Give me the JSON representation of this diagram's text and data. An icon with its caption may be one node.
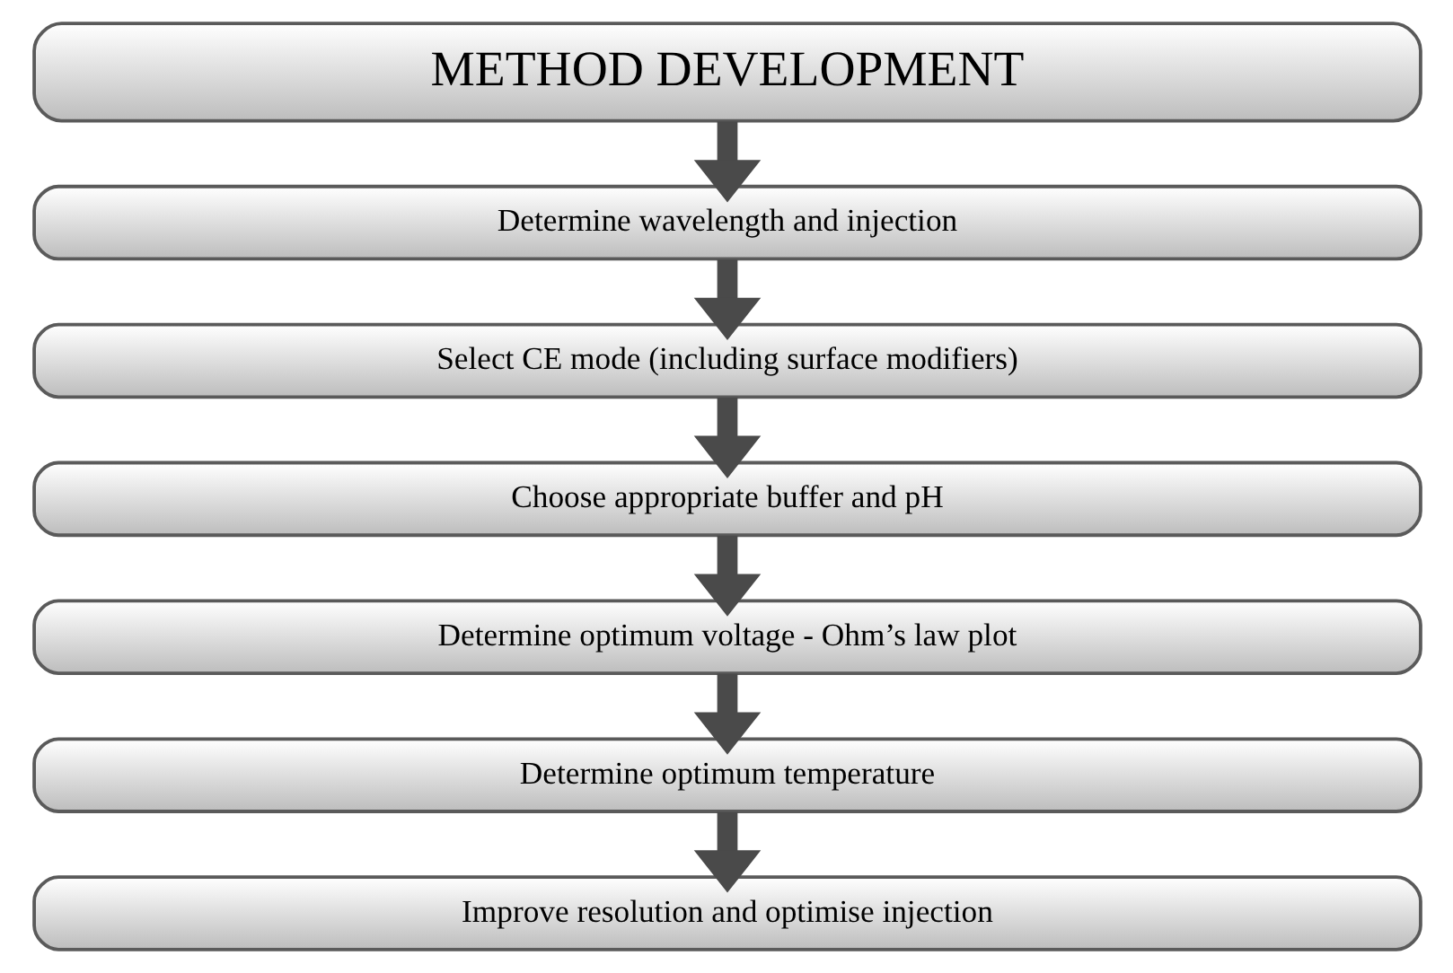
{
  "diagram": {
    "nodes": [
      {
        "text": [
          "METHOD DEVELOPMENT"
        ]
      },
      {
        "text": [
          "Determine wavelength and injection"
        ]
      },
      {
        "text": [
          "Select CE mode (including surface modifiers)"
        ]
      },
      {
        "text": [
          "Choose appropriate buffer and pH"
        ]
      },
      {
        "text": [
          "Determine optimum voltage - Ohm’s law plot"
        ]
      },
      {
        "text": [
          "Determine optimum temperature"
        ]
      },
      {
        "text": [
          "Improve resolution and optimise injection"
        ]
      }
    ],
    "edges": [
      {
        "from": 0,
        "to": 1,
        "arrow": "to"
      },
      {
        "from": 1,
        "to": 2,
        "arrow": "to"
      },
      {
        "from": 2,
        "to": 3,
        "arrow": "to"
      },
      {
        "from": 3,
        "to": 4,
        "arrow": "to"
      },
      {
        "from": 4,
        "to": 5,
        "arrow": "to"
      },
      {
        "from": 5,
        "to": 6,
        "arrow": "to"
      }
    ]
  }
}
